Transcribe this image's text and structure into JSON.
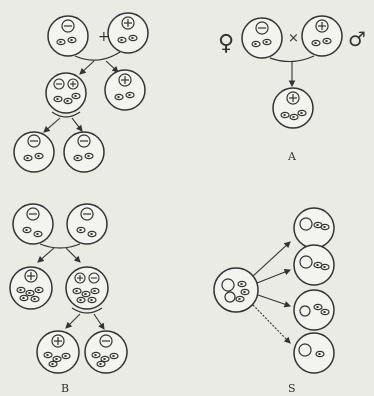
{
  "labels": {
    "panel_a": "A",
    "panel_b": "B",
    "panel_s": "S",
    "female_symbol": "♀",
    "male_symbol": "♂",
    "cross_symbol": "×",
    "plus_symbol": "+"
  },
  "colors": {
    "ink": "#333333",
    "paper": "#ebebe6",
    "cell_fill": "#f3f3ef"
  }
}
